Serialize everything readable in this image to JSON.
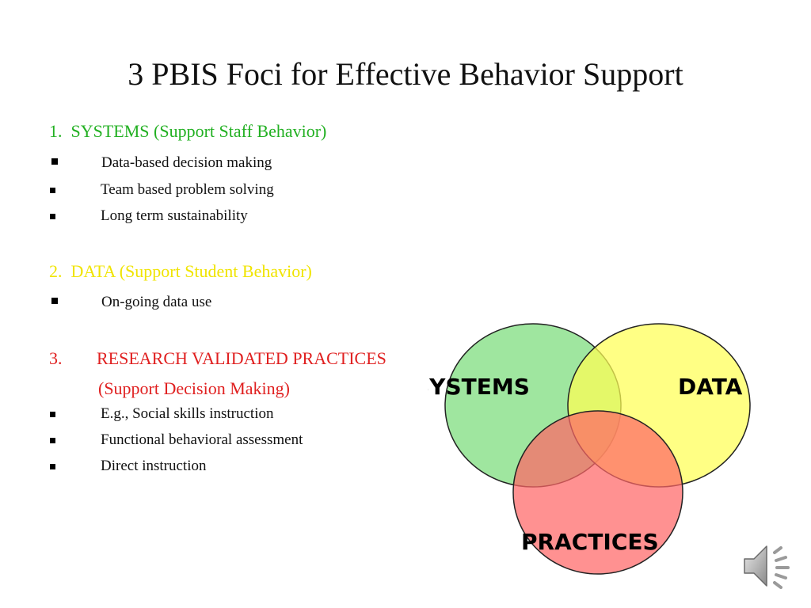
{
  "slide": {
    "title": "3 PBIS Foci for Effective Behavior Support"
  },
  "sections": [
    {
      "number": "1.",
      "heading": "SYSTEMS (Support Staff Behavior)",
      "color": "#22b022",
      "items": [
        "Data-based decision making",
        "Team based problem solving",
        "Long term sustainability"
      ]
    },
    {
      "number": "2.",
      "heading": "DATA (Support Student Behavior)",
      "color": "#f0e400",
      "items": [
        "On-going data use"
      ]
    },
    {
      "number": "3.",
      "heading": "RESEARCH VALIDATED PRACTICES",
      "subheading": "(Support Decision Making)",
      "color": "#e02020",
      "items": [
        "E.g., Social skills instruction",
        "Functional behavioral assessment",
        "Direct instruction"
      ]
    }
  ],
  "venn": {
    "labels": [
      "SYSTEMS",
      "DATA",
      "PRACTICES"
    ],
    "colors": {
      "systems": "#7fdd7f",
      "data": "#ffff55",
      "practices": "#ff6666"
    }
  },
  "icons": {
    "audio": "speaker-icon"
  }
}
